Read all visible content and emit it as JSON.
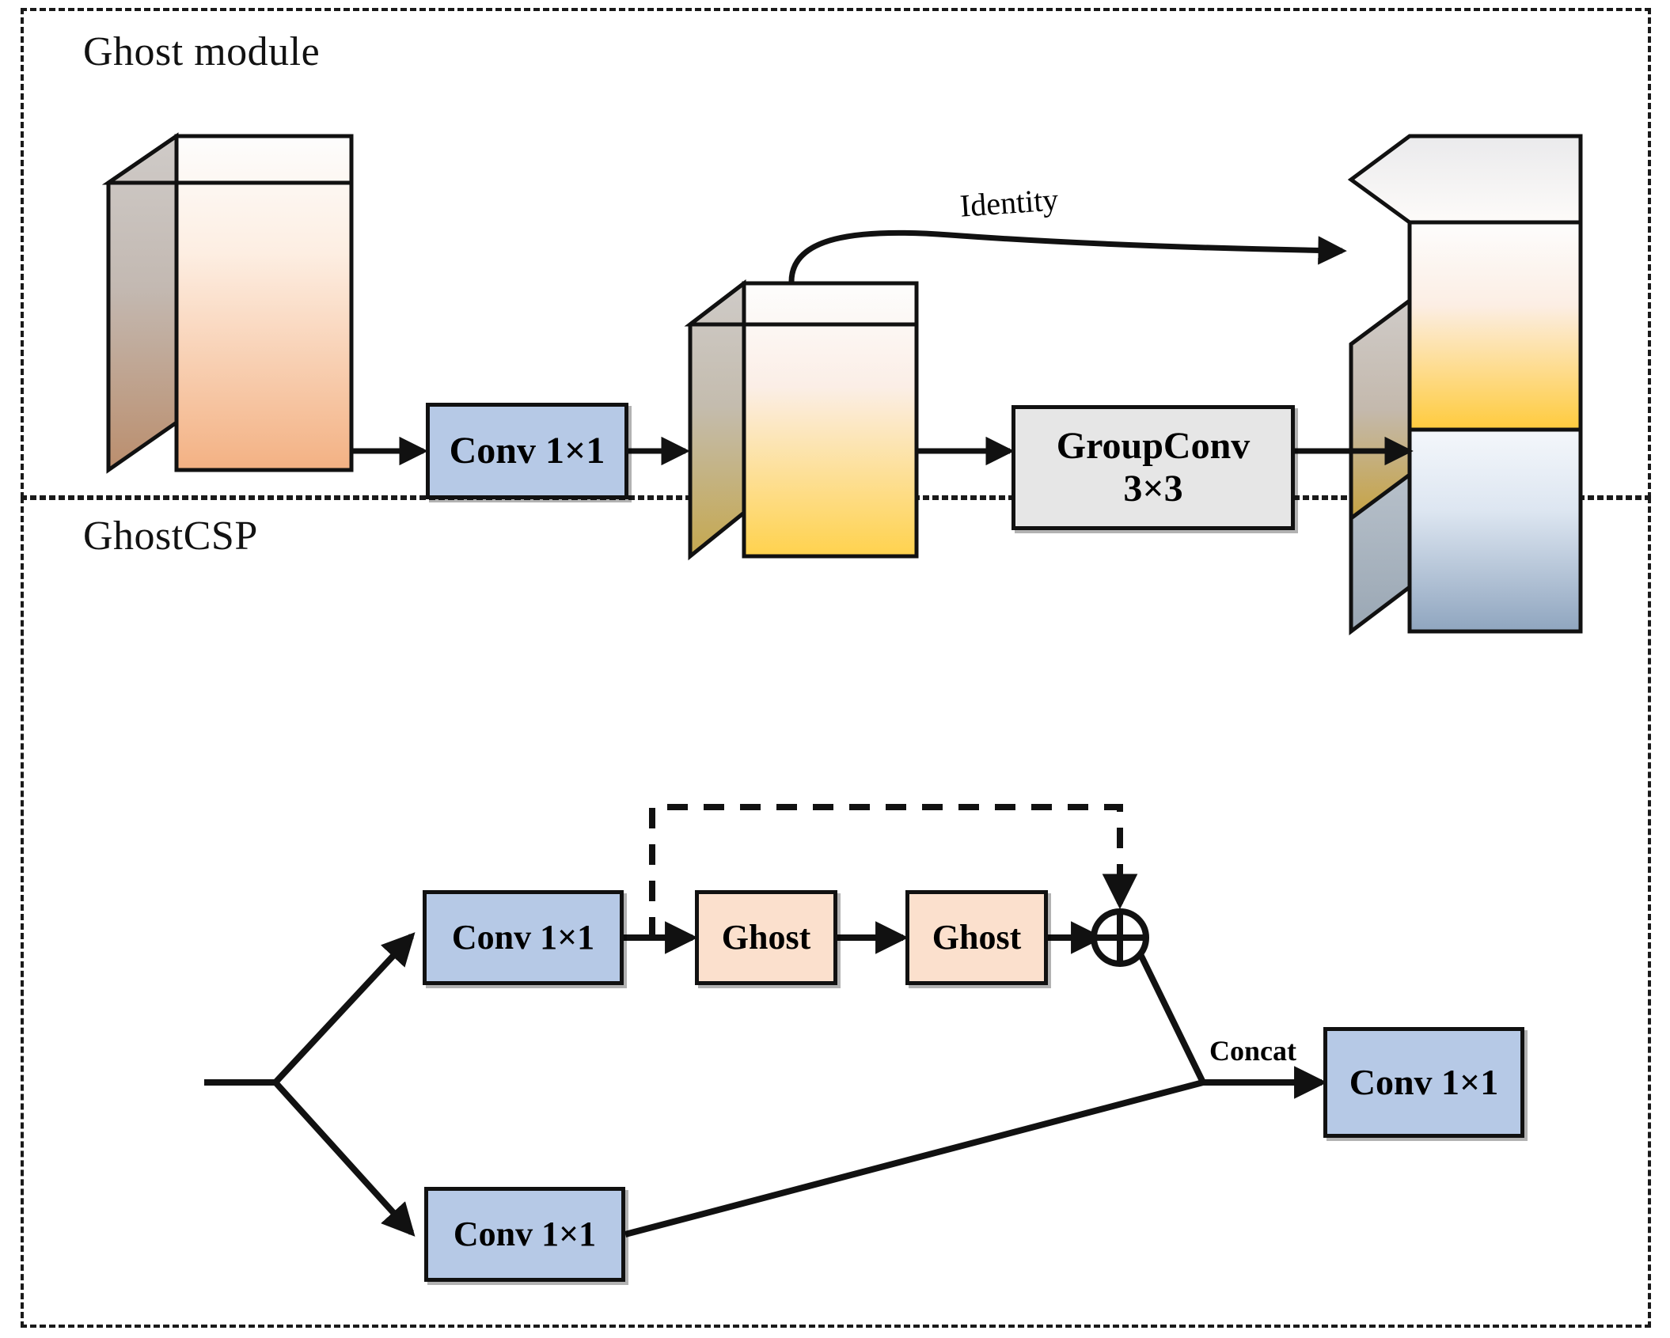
{
  "figure": {
    "sections": [
      {
        "id": "ghost-module",
        "title": "Ghost module"
      },
      {
        "id": "ghostcsp",
        "title": "GhostCSP"
      }
    ]
  },
  "ghost_module": {
    "title": "Ghost module",
    "nodes": {
      "conv1x1": "Conv 1×1",
      "groupconv_line1": "GroupConv",
      "groupconv_line2": "3×3"
    },
    "edge_labels": {
      "identity": "Identity"
    },
    "tensors": {
      "input": {
        "name": "input-feature-prism",
        "front_top_color": "#ffffff",
        "front_bottom_color": "#f3b183"
      },
      "intermediate": {
        "name": "intrinsic-feature-cube",
        "front_top_color": "#ffffff",
        "front_bottom_color": "#ffd24d"
      },
      "output_top": {
        "name": "output-identity-part",
        "front_top_color": "#ffffff",
        "front_bottom_color": "#ffcb3d"
      },
      "output_bottom": {
        "name": "output-ghost-part",
        "front_top_color": "#ffffff",
        "front_bottom_color": "#8fa5bf"
      }
    }
  },
  "ghostcsp": {
    "title": "GhostCSP",
    "nodes": {
      "branch_top_conv": "Conv 1×1",
      "ghost_1": "Ghost",
      "ghost_2": "Ghost",
      "branch_bottom_conv": "Conv 1×1",
      "output_conv": "Conv 1×1"
    },
    "operators": {
      "add": "⊕"
    },
    "edge_labels": {
      "concat": "Concat"
    }
  },
  "colors": {
    "box_blue": "#b6c9e6",
    "box_gray": "#e6e6e6",
    "box_peach": "#fbe0cd",
    "stroke": "#111111",
    "frame_dash": "#1a1a1a",
    "orange": "#f3b183",
    "yellow": "#ffd24d",
    "bluegray": "#8fa5bf"
  }
}
